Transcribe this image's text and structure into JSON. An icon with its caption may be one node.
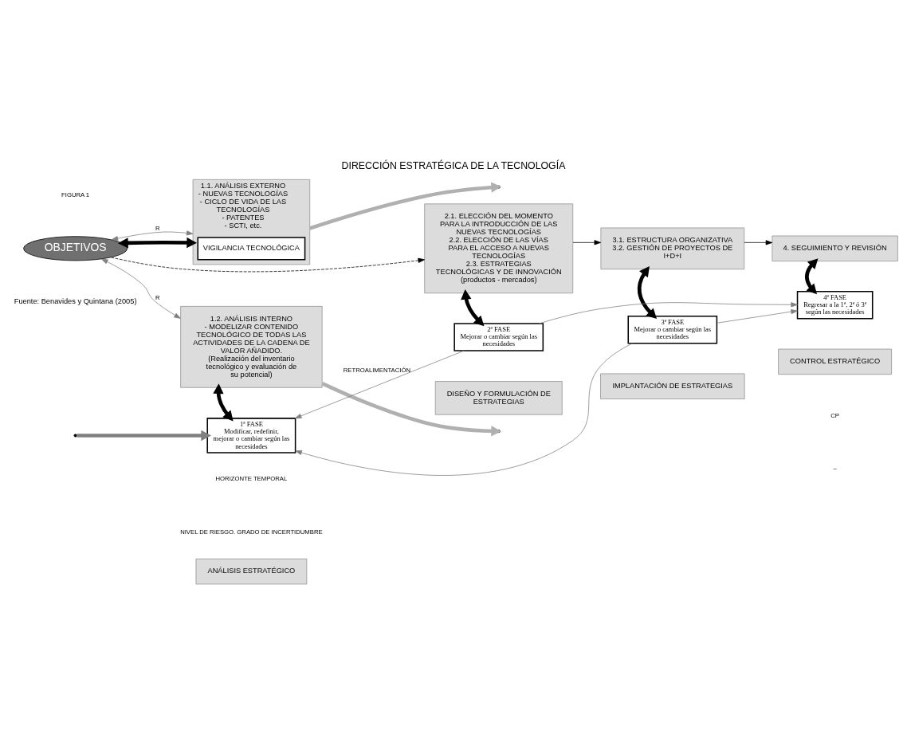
{
  "diagram": {
    "title": "DIRECCIÓN ESTRATÉGICA DE LA TECNOLOGÍA",
    "nodes": [
      {
        "text": [
          "OBJETIVOS"
        ]
      },
      {
        "text": [
          "1.1. ANÁLISIS EXTERNO",
          "- NUEVAS TECNOLOGÍAS",
          "- CICLO DE VIDA DE LAS TECNOLOGÍAS",
          "- PATENTES",
          "- SCTI, etc."
        ]
      },
      {
        "text": [
          "VIGILANCIA TECNOLÓGICA"
        ],
        "in": 1
      },
      {
        "text": [
          "1.2. ANÁLISIS INTERNO",
          "- MODELIZAR CONTENIDO TECNOLÓGICO DE TODAS LAS ACTIVIDADES DE LA CADENA DE VALOR AÑADIDO.",
          "(Realización del inventario tecnológico y evaluación de su potencial)"
        ]
      },
      {
        "text": [
          "2.1. ELECCIÓN DEL MOMENTO PARA LA INTRODUCCIÓN DE LAS NUEVAS TECNOLOGÍAS",
          "2.2. ELECCIÓN DE LAS VÍAS PARA EL ACCESO A NUEVAS TECNOLOGÍAS",
          "2.3. ESTRATEGIAS TECNOLÓGICAS Y DE INNOVACIÓN",
          "(productos - mercados)"
        ]
      },
      {
        "text": [
          "3.1. ESTRUCTURA ORGANIZATIVA",
          "3.2. GESTIÓN DE PROYECTOS DE I+D+I"
        ]
      },
      {
        "text": [
          "4. SEGUIMIENTO Y REVISIÓN"
        ]
      },
      {
        "text": [
          "1ª FASE",
          "Modificar, redefinir, mejorar o cambiar según las necesidades"
        ]
      },
      {
        "text": [
          "2ª FASE",
          "Mejorar o cambiar según las necesidades"
        ]
      },
      {
        "text": [
          "3ª FASE",
          "Mejorar o cambiar según las necesidades"
        ]
      },
      {
        "text": [
          "4ª FASE",
          "Regresar a la 1ª, 2ª ó 3ª según las necesidades"
        ]
      },
      {
        "text": [
          "ANÁLISIS ESTRATÉGICO"
        ]
      },
      {
        "text": [
          "DISEÑO Y FORMULACIÓN DE ESTRATEGIAS"
        ]
      },
      {
        "text": [
          "IMPLANTACIÓN DE ESTRATEGIAS"
        ]
      },
      {
        "text": [
          "CONTROL ESTRATÉGICO"
        ]
      }
    ],
    "edges": [
      {
        "from": 0,
        "to": 1,
        "arrow": "both",
        "style": "thick"
      },
      {
        "from": 0,
        "to": 1,
        "arrow": "both",
        "label": "R",
        "color": "#808080"
      },
      {
        "from": 0,
        "to": 3,
        "arrow": "both",
        "label": "R",
        "color": "#808080"
      },
      {
        "from": 1,
        "to": null,
        "arrow": "to",
        "color": "#b0b0b0",
        "style": "thick"
      },
      {
        "from": 3,
        "to": null,
        "arrow": "to",
        "color": "#b0b0b0",
        "style": "thick"
      },
      {
        "from": 0,
        "to": 4,
        "arrow": "to",
        "style": "dashed"
      },
      {
        "from": 4,
        "to": 5,
        "arrow": "to"
      },
      {
        "from": 5,
        "to": 6,
        "arrow": "to"
      },
      {
        "from": 3,
        "to": 7,
        "arrow": "both",
        "style": "thick"
      },
      {
        "from": 4,
        "to": 8,
        "arrow": "both",
        "style": "thick"
      },
      {
        "from": 5,
        "to": 9,
        "arrow": "both",
        "style": "thick"
      },
      {
        "from": 6,
        "to": 10,
        "arrow": "both",
        "style": "thick"
      },
      {
        "from": 8,
        "to": 7,
        "arrow": "to",
        "label": "RETROALIMENTACIÓN",
        "color": "#808080"
      },
      {
        "from": 9,
        "to": 7,
        "arrow": "to",
        "color": "#808080"
      },
      {
        "from": 8,
        "to": 10,
        "arrow": "to",
        "color": "#808080"
      },
      {
        "from": 9,
        "to": 10,
        "arrow": "to",
        "color": "#808080"
      },
      {
        "from": null,
        "to": 7,
        "arrow": "to",
        "color": "#808080",
        "style": "thick"
      }
    ],
    "labels": [
      "FIGURA 1",
      "HORIZONTE TEMPORAL",
      "CP",
      "NIVEL DE RIESGO. GRADO DE INCERTIDUMBRE",
      "–"
    ],
    "caption": "Fuente: Benavides y Quintana (2005)"
  }
}
